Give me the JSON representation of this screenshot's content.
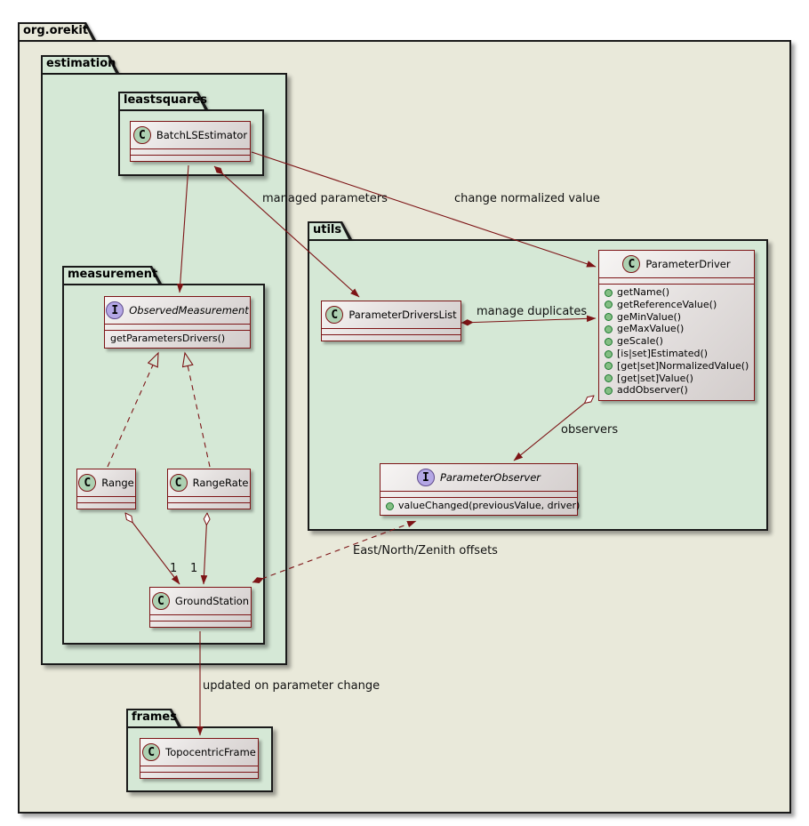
{
  "packages": {
    "org_orekit": {
      "label": "org.orekit"
    },
    "estimation": {
      "label": "estimation"
    },
    "leastsquares": {
      "label": "leastsquares"
    },
    "measurement": {
      "label": "measurement"
    },
    "utils": {
      "label": "utils"
    },
    "frames": {
      "label": "frames"
    }
  },
  "classes": {
    "batchlsestimator": {
      "spot": "C",
      "name": "BatchLSEstimator"
    },
    "observedmeasurement": {
      "spot": "I",
      "name": "ObservedMeasurement",
      "methods": [
        "getParametersDrivers()"
      ]
    },
    "range": {
      "spot": "C",
      "name": "Range"
    },
    "rangerate": {
      "spot": "C",
      "name": "RangeRate"
    },
    "groundstation": {
      "spot": "C",
      "name": "GroundStation"
    },
    "parameterdriverslist": {
      "spot": "C",
      "name": "ParameterDriversList"
    },
    "parameterdriver": {
      "spot": "C",
      "name": "ParameterDriver",
      "methods": [
        "getName()",
        "getReferenceValue()",
        "geMinValue()",
        "geMaxValue()",
        "geScale()",
        "[is|set]Estimated()",
        "[get|set]NormalizedValue()",
        "[get|set]Value()",
        "addObserver()"
      ]
    },
    "parameterobserver": {
      "spot": "I",
      "name": "ParameterObserver",
      "methods": [
        "valueChanged(previousValue, driver)"
      ]
    },
    "topocentricframe": {
      "spot": "C",
      "name": "TopocentricFrame"
    }
  },
  "edge_labels": {
    "managed_parameters": "managed parameters",
    "change_normalized_value": "change normalized value",
    "manage_duplicates": "manage duplicates",
    "observers": "observers",
    "east_north_zenith_offsets": "East/North/Zenith offsets",
    "updated_on_parameter_change": "updated on parameter change",
    "range_multiplicity": "1",
    "rangerate_multiplicity": "1"
  },
  "colors": {
    "line_and_class_border": "#7d1416",
    "package_border": "#1a1a1a",
    "package_fill_green": "#d5e8d6",
    "package_fill_beige": "#e9e9da",
    "class_spot_fill": "#add1b2",
    "interface_spot_fill": "#b4a7e5",
    "method_dot_fill": "#84be84"
  }
}
